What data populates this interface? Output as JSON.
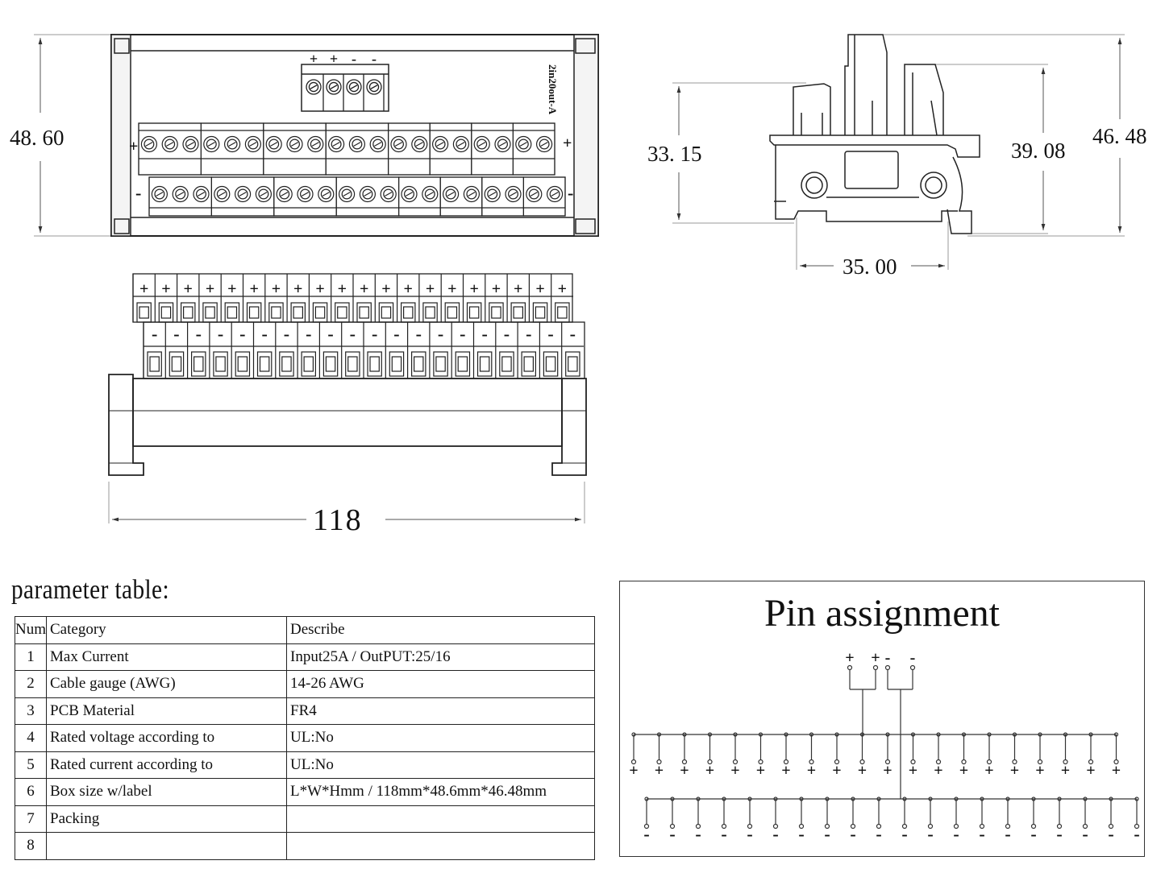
{
  "dimensions": {
    "front_height": "48. 60",
    "side_inner_height": "33. 15",
    "side_rail_height": "39. 08",
    "side_total_height": "46. 48",
    "rail_width": "35. 00",
    "length": "118"
  },
  "front_view": {
    "model_label": "2in20out-A",
    "input_signs": [
      "+",
      "+",
      "-",
      "-"
    ],
    "plus_label": "+",
    "minus_label": "-"
  },
  "top_view": {
    "plus_sign": "+",
    "minus_sign": "-",
    "terminal_count": 20
  },
  "parameter_table": {
    "title": "parameter table:",
    "headers": [
      "Num",
      "Category",
      "Describe"
    ],
    "rows": [
      {
        "num": "1",
        "category": "Max Current",
        "describe": "Input25A / OutPUT:25/16"
      },
      {
        "num": "2",
        "category": "Cable gauge (AWG)",
        "describe": "14-26 AWG"
      },
      {
        "num": "3",
        "category": "PCB Material",
        "describe": "FR4"
      },
      {
        "num": "4",
        "category": "Rated voltage according to",
        "describe": "UL:No"
      },
      {
        "num": "5",
        "category": "Rated current according to",
        "describe": "UL:No"
      },
      {
        "num": "6",
        "category": "Box size w/label",
        "describe": "L*W*Hmm / 118mm*48.6mm*46.48mm"
      },
      {
        "num": "7",
        "category": "Packing",
        "describe": ""
      },
      {
        "num": "8",
        "category": "",
        "describe": ""
      }
    ]
  },
  "pin_assignment": {
    "title": "Pin assignment",
    "input_labels": [
      "+",
      "+",
      "-",
      "-"
    ],
    "plus_sign": "+",
    "minus_sign": "-",
    "output_count": 20
  }
}
